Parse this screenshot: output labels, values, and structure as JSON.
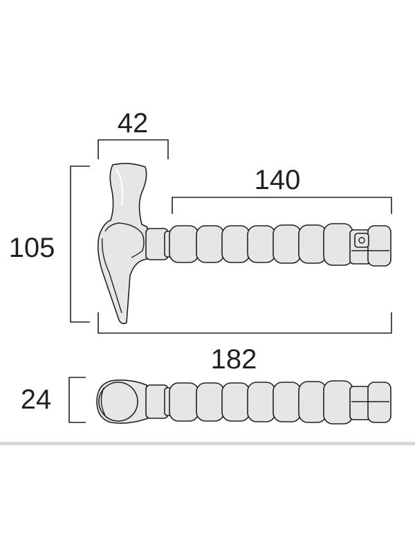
{
  "dimensions": {
    "head_width": "42",
    "grip_length": "140",
    "total_height": "105",
    "total_length": "182",
    "thickness": "24"
  },
  "colors": {
    "line": "#231f20",
    "fill": "#e6e6e6",
    "rule": "#d9d9d9"
  }
}
